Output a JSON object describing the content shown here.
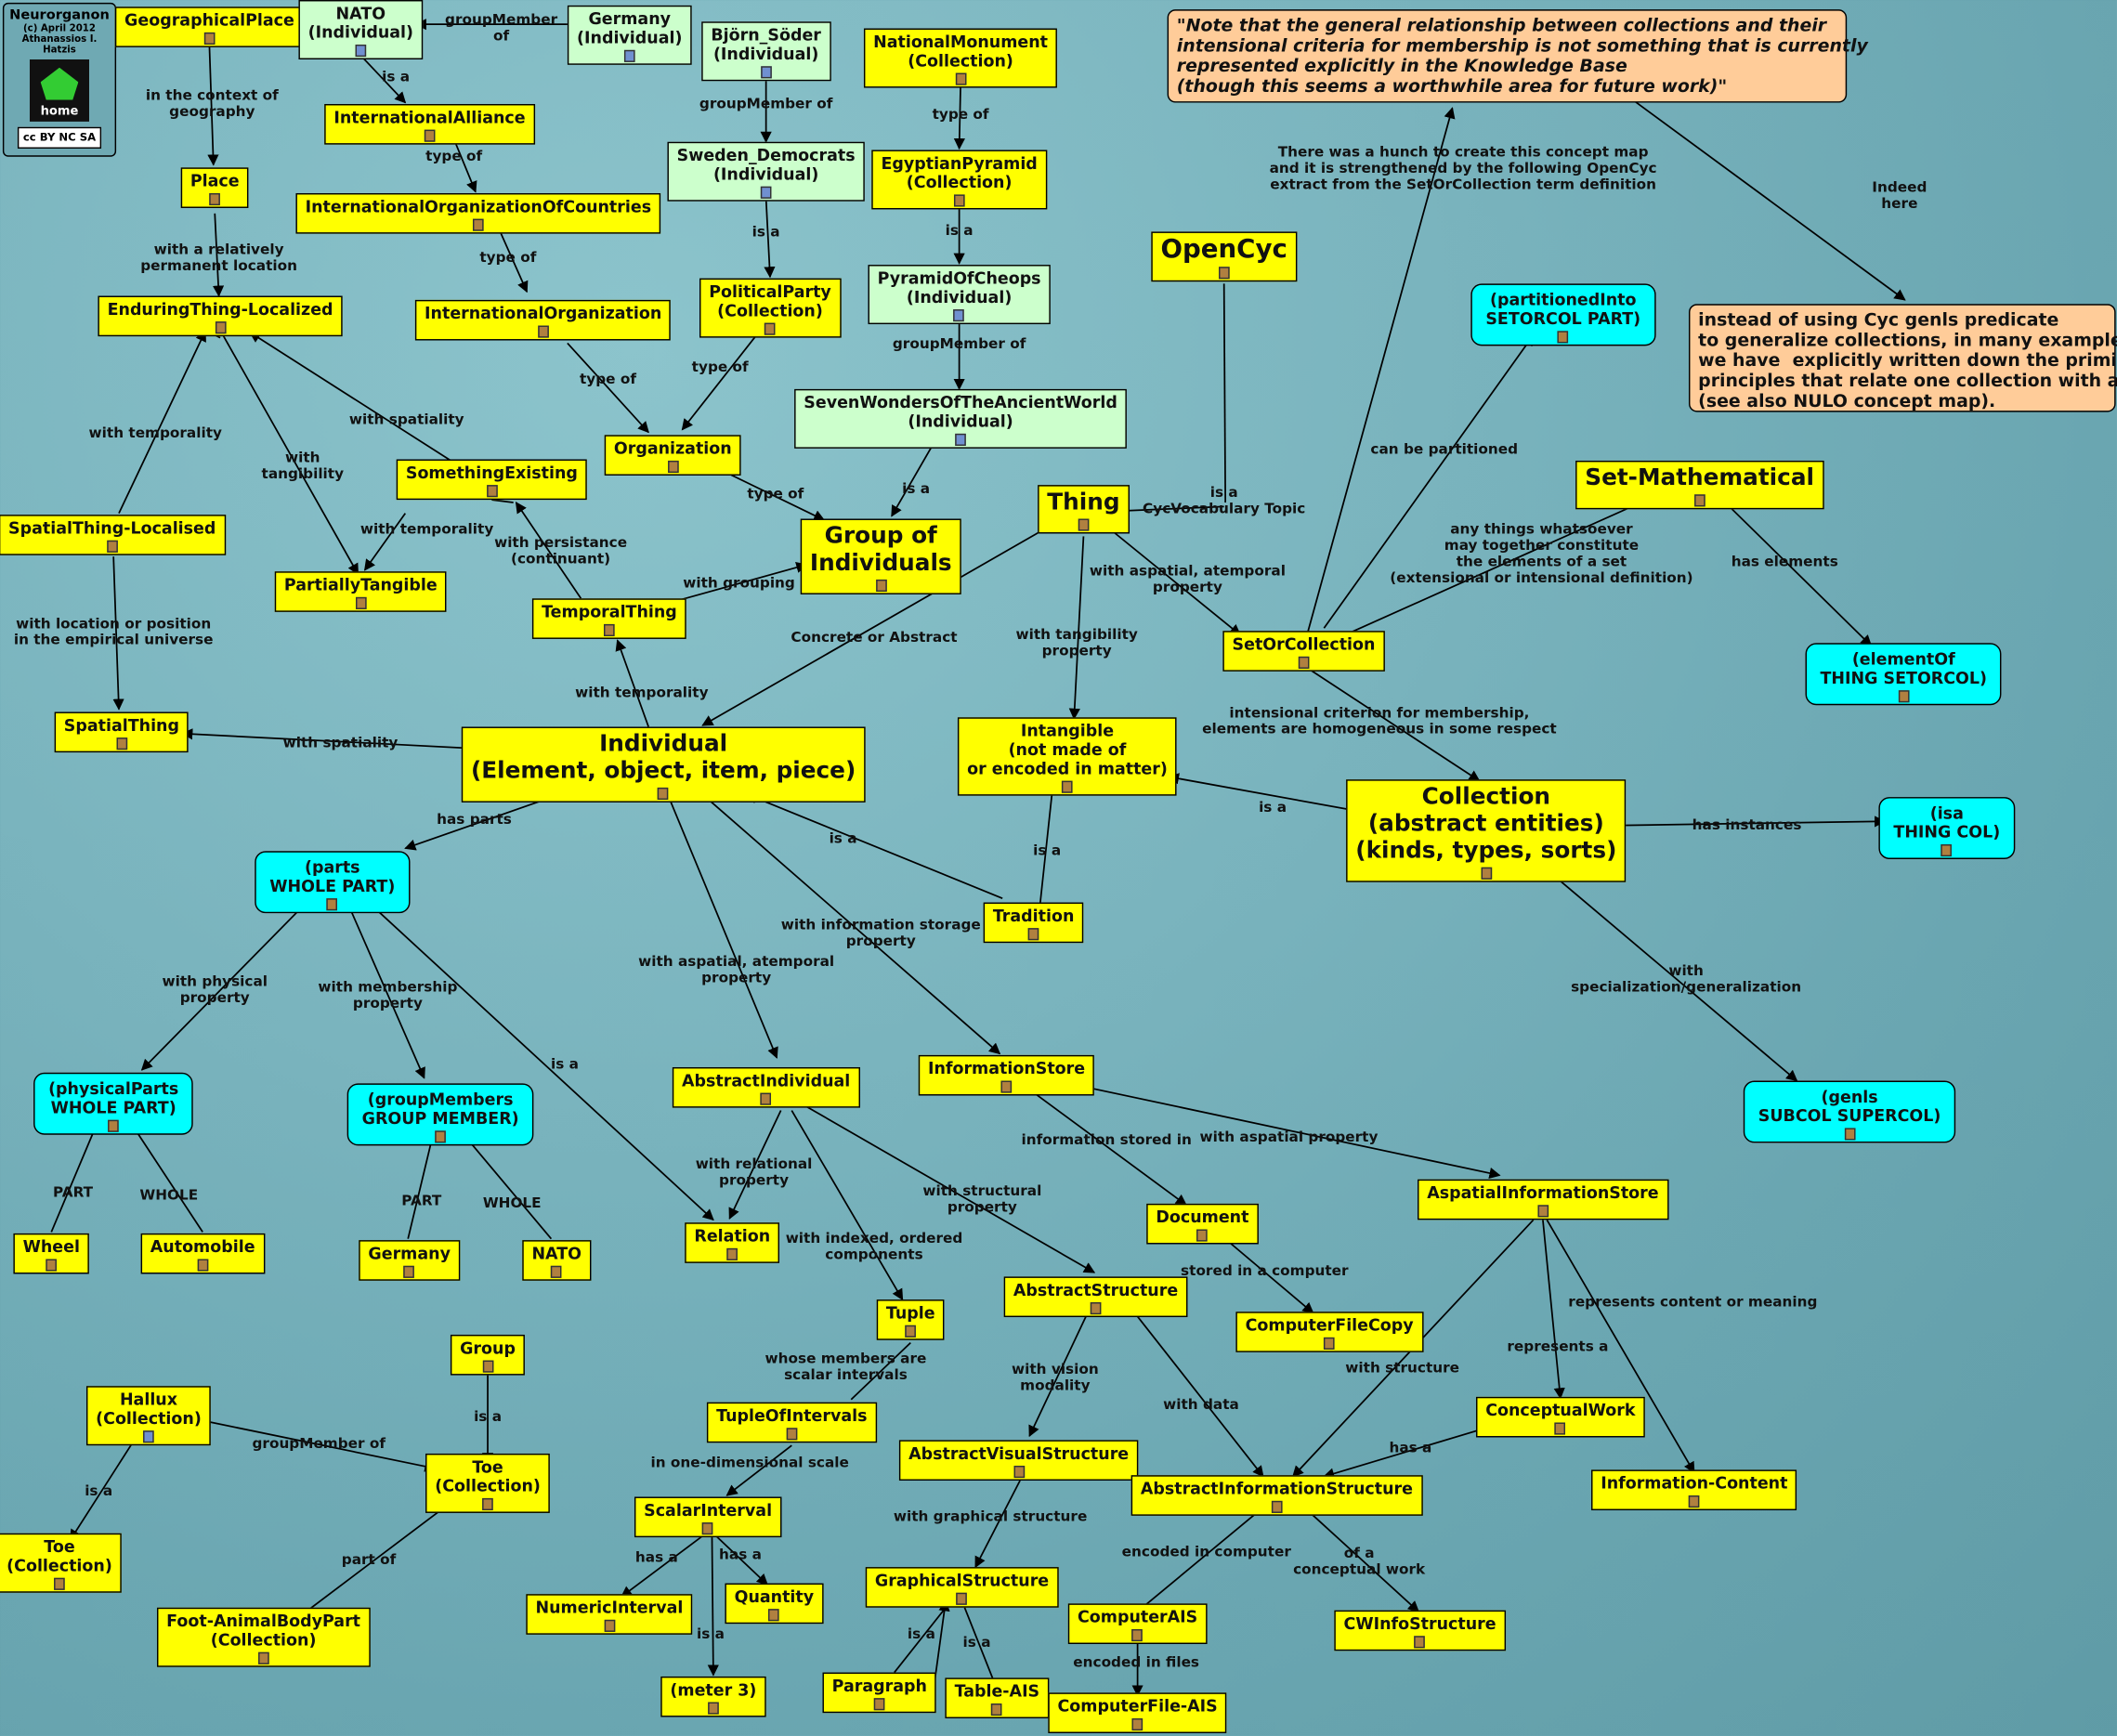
{
  "logo": {
    "name": "Neurorganon",
    "copyright": "(c) April 2012",
    "author": "Athanassios I. Hatzis",
    "home": "home",
    "license": "cc BY NC SA"
  },
  "nodes": {
    "geographicalplace": "GeographicalPlace",
    "nato_ind": "NATO\n(Individual)",
    "germany_ind": "Germany\n(Individual)",
    "bjorn": "Björn_Söder\n(Individual)",
    "sweden": "Sweden_Democrats\n(Individual)",
    "politicalparty": "PoliticalParty\n(Collection)",
    "natmon": "NationalMonument\n(Collection)",
    "egypyr": "EgyptianPyramid\n(Collection)",
    "cheops": "PyramidOfCheops\n(Individual)",
    "sevenwonders": "SevenWondersOfTheAncientWorld\n(Individual)",
    "intalliance": "InternationalAlliance",
    "intorgcountries": "InternationalOrganizationOfCountries",
    "intorg": "InternationalOrganization",
    "organization": "Organization",
    "place": "Place",
    "enduring": "EnduringThing-Localized",
    "somethingexisting": "SomethingExisting",
    "partiallytangible": "PartiallyTangible",
    "spatiallocalised": "SpatialThing-Localised",
    "spatialthing": "SpatialThing",
    "temporalthing": "TemporalThing",
    "group_ind": "Group of\nIndividuals",
    "thing": "Thing",
    "opencyc": "OpenCyc",
    "individual": "Individual\n(Element, object, item, piece)",
    "intangible": "Intangible\n(not made of\nor encoded in matter)",
    "setorcollection": "SetOrCollection",
    "collection": "Collection\n(abstract entities)\n(kinds, types, sorts)",
    "setmath": "Set-Mathematical",
    "partitioned": "(partitionedInto\nSETORCOL PART)",
    "elementof": "(elementOf\nTHING SETORCOL)",
    "isa": "(isa\nTHING COL)",
    "genls": "(genls\nSUBCOL SUPERCOL)",
    "parts": "(parts\nWHOLE PART)",
    "physparts": "(physicalParts\nWHOLE PART)",
    "groupmembers": "(groupMembers\nGROUP MEMBER)",
    "wheel": "Wheel",
    "automobile": "Automobile",
    "germany": "Germany",
    "nato": "NATO",
    "abstractindividual": "AbstractIndividual",
    "relation": "Relation",
    "tradition": "Tradition",
    "infostore": "InformationStore",
    "document": "Document",
    "computerfilecopy": "ComputerFileCopy",
    "aspatialinfostore": "AspatialInformationStore",
    "abstractstructure": "AbstractStructure",
    "tuple": "Tuple",
    "tupleofintervals": "TupleOfIntervals",
    "scalarinterval": "ScalarInterval",
    "numericinterval": "NumericInterval",
    "quantity": "Quantity",
    "meter3": "(meter 3)",
    "abstractvisual": "AbstractVisualStructure",
    "graphical": "GraphicalStructure",
    "paragraph": "Paragraph",
    "tableais": "Table-AIS",
    "abstractinfostruct": "AbstractInformationStructure",
    "computerais": "ComputerAIS",
    "computerfileais": "ComputerFile-AIS",
    "cwinfo": "CWInfoStructure",
    "conceptualwork": "ConceptualWork",
    "infocontent": "Information-Content",
    "group": "Group",
    "hallux": "Hallux\n(Collection)",
    "toe_left": "Toe\n(Collection)",
    "toe": "Toe\n(Collection)",
    "foot": "Foot-AnimalBodyPart\n(Collection)"
  },
  "notes": {
    "quote": "\"Note that the general relationship between collections and their\nintensional criteria for membership is not something that is currently\nrepresented explicitly in the Knowledge Base\n(though this seems a worthwhile area for future work)\"",
    "instead": "instead of using Cyc genls predicate\nto generalize collections, in many examples\nwe have  explicitly written down the primitive\nprinciples that relate one collection with another\n(see also NULO concept map)."
  },
  "labels": {
    "in_context": "in the context of\ngeography",
    "with_rel_perm": "with a relatively\npermanent location",
    "with_temporality1": "with temporality",
    "with_tangibility": "with\ntangibility",
    "with_spatiality1": "with spatiality",
    "with_temporality2": "with temporality",
    "with_persistance": "with persistance\n(continuant)",
    "with_location": "with location or position\nin the empirical universe",
    "with_grouping": "with grouping",
    "with_temporality3": "with temporality",
    "with_spatiality2": "with spatiality",
    "concrete_abstract": "Concrete or Abstract",
    "with_tangibility_prop": "with tangibility\nproperty",
    "is_a_cyc": "is a\nCycVocabulary Topic",
    "with_aspatial1": "with aspatial, atemporal\nproperty",
    "groupmember_of1": "groupMember\nof",
    "is_a1": "is a",
    "type_of1": "type of",
    "type_of2": "type of",
    "type_of3": "type of",
    "groupmember_of2": "groupMember of",
    "is_a2": "is a",
    "type_of4": "type of",
    "type_of5": "type of",
    "is_a3": "is a",
    "groupmember_of3": "groupMember of",
    "is_a4": "is a",
    "type_of6": "type of",
    "hunch": "There was a hunch to create this concept map\nand it is strengthened by the following OpenCyc\nextract from the SetOrCollection term definition",
    "indeed": "Indeed\nhere",
    "can_partition": "can be partitioned",
    "any_things": "any things whatsoever\nmay together constitute\nthe elements of a set\n(extensional or intensional definition)",
    "has_elements": "has elements",
    "intensional": "intensional criterion for membership,\nelements are homogeneous in some respect",
    "is_a5": "is a",
    "has_instances": "has instances",
    "with_spec": "with\nspecialization/generalization",
    "has_parts": "has parts",
    "with_physical": "with physical\nproperty",
    "with_membership": "with membership\nproperty",
    "is_a6": "is a",
    "part1": "PART",
    "whole1": "WHOLE",
    "part2": "PART",
    "whole2": "WHOLE",
    "is_a7": "is a",
    "is_a8": "is a",
    "with_info_storage": "with information storage\nproperty",
    "with_aspatial2": "with aspatial, atemporal\nproperty",
    "with_relational": "with relational\nproperty",
    "with_indexed": "with indexed, ordered\ncomponents",
    "with_structural": "with structural\nproperty",
    "info_stored_in": "information stored in",
    "with_aspatial_prop": "with aspatial property",
    "stored_in_computer": "stored in a computer",
    "whose_members": "whose members are\nscalar intervals",
    "in_one_dim": "in one-dimensional scale",
    "has_a1": "has a",
    "has_a2": "has a",
    "is_a9": "is a",
    "with_vision": "with vision\nmodality",
    "with_graphical": "with graphical structure",
    "is_a10": "is a",
    "is_a11": "is a",
    "with_data": "with data",
    "with_structure": "with structure",
    "represents_a": "represents a",
    "represents_content": "represents content or meaning",
    "has_a3": "has a",
    "encoded_computer": "encoded in computer",
    "of_a_conceptual": "of a\nconceptual work",
    "encoded_files": "encoded in files",
    "is_a12": "is a",
    "groupmember_of4": "groupMember of",
    "is_a13": "is a",
    "part_of": "part of"
  }
}
